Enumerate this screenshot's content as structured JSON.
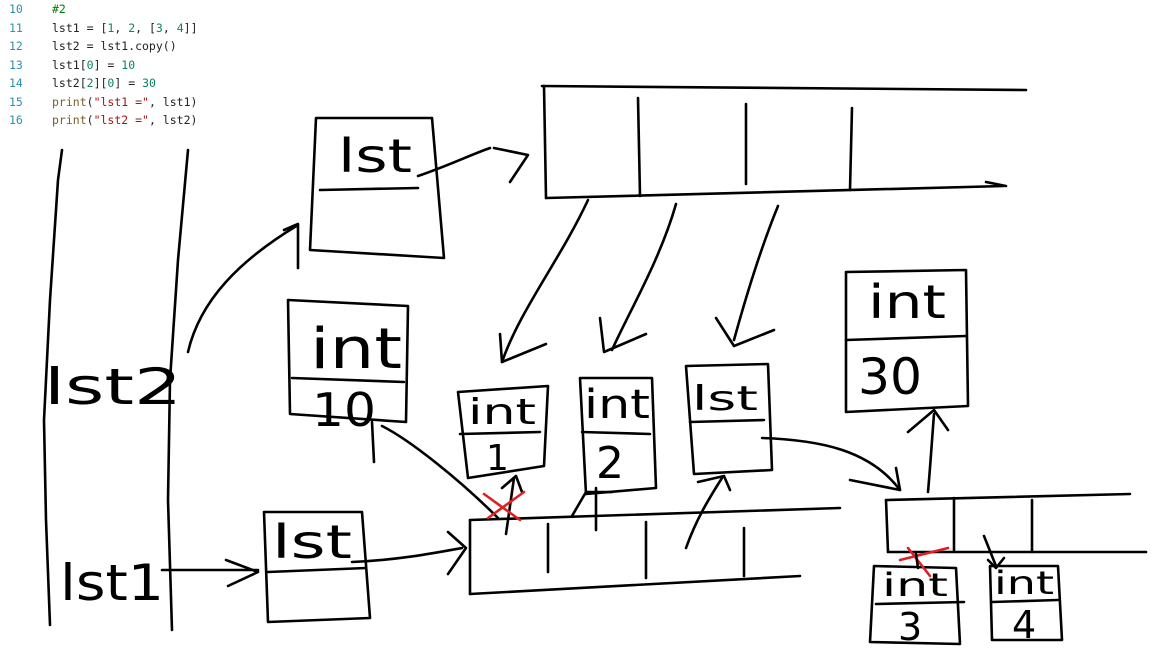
{
  "code": {
    "lines": [
      {
        "no": "10",
        "tokens": [
          {
            "t": "#2",
            "c": "tk-comment"
          }
        ]
      },
      {
        "no": "11",
        "tokens": [
          {
            "t": "lst1 = [",
            "c": "tk-plain"
          },
          {
            "t": "1",
            "c": "tk-num"
          },
          {
            "t": ", ",
            "c": "tk-plain"
          },
          {
            "t": "2",
            "c": "tk-num"
          },
          {
            "t": ", [",
            "c": "tk-plain"
          },
          {
            "t": "3",
            "c": "tk-num"
          },
          {
            "t": ", ",
            "c": "tk-plain"
          },
          {
            "t": "4",
            "c": "tk-num"
          },
          {
            "t": "]]",
            "c": "tk-plain"
          }
        ]
      },
      {
        "no": "12",
        "tokens": [
          {
            "t": "lst2 = lst1.copy()",
            "c": "tk-plain"
          }
        ]
      },
      {
        "no": "13",
        "tokens": [
          {
            "t": "lst1[",
            "c": "tk-plain"
          },
          {
            "t": "0",
            "c": "tk-num"
          },
          {
            "t": "] = ",
            "c": "tk-plain"
          },
          {
            "t": "10",
            "c": "tk-num"
          }
        ]
      },
      {
        "no": "14",
        "tokens": [
          {
            "t": "lst2[",
            "c": "tk-plain"
          },
          {
            "t": "2",
            "c": "tk-num"
          },
          {
            "t": "][",
            "c": "tk-plain"
          },
          {
            "t": "0",
            "c": "tk-num"
          },
          {
            "t": "] = ",
            "c": "tk-plain"
          },
          {
            "t": "30",
            "c": "tk-num"
          }
        ]
      },
      {
        "no": "15",
        "tokens": [
          {
            "t": "print",
            "c": "tk-func"
          },
          {
            "t": "(",
            "c": "tk-plain"
          },
          {
            "t": "\"lst1 =\"",
            "c": "tk-str"
          },
          {
            "t": ", lst1)",
            "c": "tk-plain"
          }
        ]
      },
      {
        "no": "16",
        "tokens": [
          {
            "t": "print",
            "c": "tk-func"
          },
          {
            "t": "(",
            "c": "tk-plain"
          },
          {
            "t": "\"lst2 =\"",
            "c": "tk-str"
          },
          {
            "t": ", lst2)",
            "c": "tk-plain"
          }
        ]
      }
    ]
  },
  "sketch": {
    "var_lst2": "lst2",
    "var_lst1": "lst1",
    "obj_lst_top": {
      "type": "lst"
    },
    "obj_lst_bottom": {
      "type": "lst"
    },
    "obj_int_10": {
      "type": "int",
      "value": "10"
    },
    "obj_int_1": {
      "type": "int",
      "value": "1"
    },
    "obj_int_2": {
      "type": "int",
      "value": "2"
    },
    "obj_lst_inner": {
      "type": "lst"
    },
    "obj_int_30": {
      "type": "int",
      "value": "30"
    },
    "obj_int_3": {
      "type": "int",
      "value": "3"
    },
    "obj_int_4": {
      "type": "int",
      "value": "4"
    },
    "colors": {
      "ink": "#000000",
      "cross": "#e02020"
    }
  }
}
